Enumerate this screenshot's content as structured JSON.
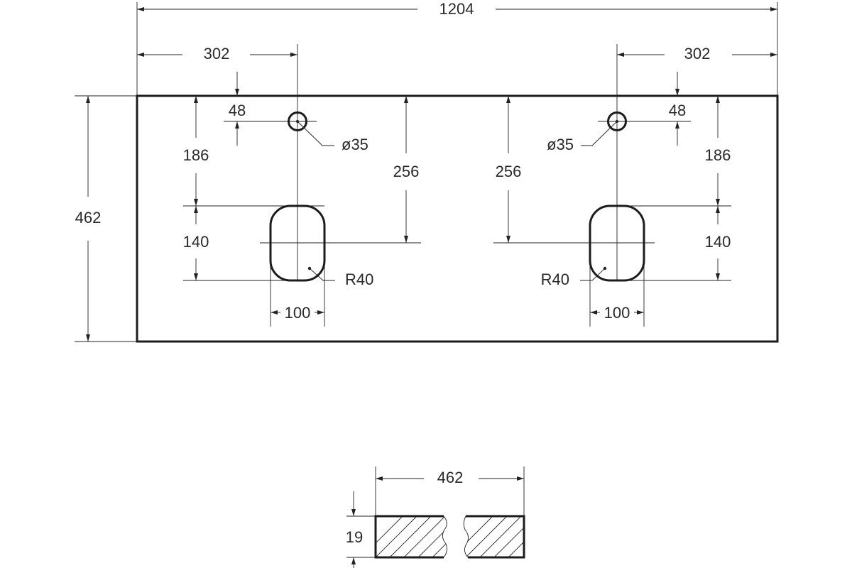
{
  "dimensions": {
    "overall_width": "1204",
    "left_offset": "302",
    "right_offset": "302",
    "left_hole_inset": "48",
    "right_hole_inset": "48",
    "left_hole_diameter": "ø35",
    "right_hole_diameter": "ø35",
    "left_to_cutout_top": "186",
    "right_to_cutout_top": "186",
    "left_to_cutout_center": "256",
    "right_to_cutout_center": "256",
    "overall_depth": "462",
    "left_cutout_height": "140",
    "right_cutout_height": "140",
    "left_corner_radius": "R40",
    "right_corner_radius": "R40",
    "left_cutout_width": "100",
    "right_cutout_width": "100",
    "section_depth": "462",
    "thickness": "19"
  }
}
